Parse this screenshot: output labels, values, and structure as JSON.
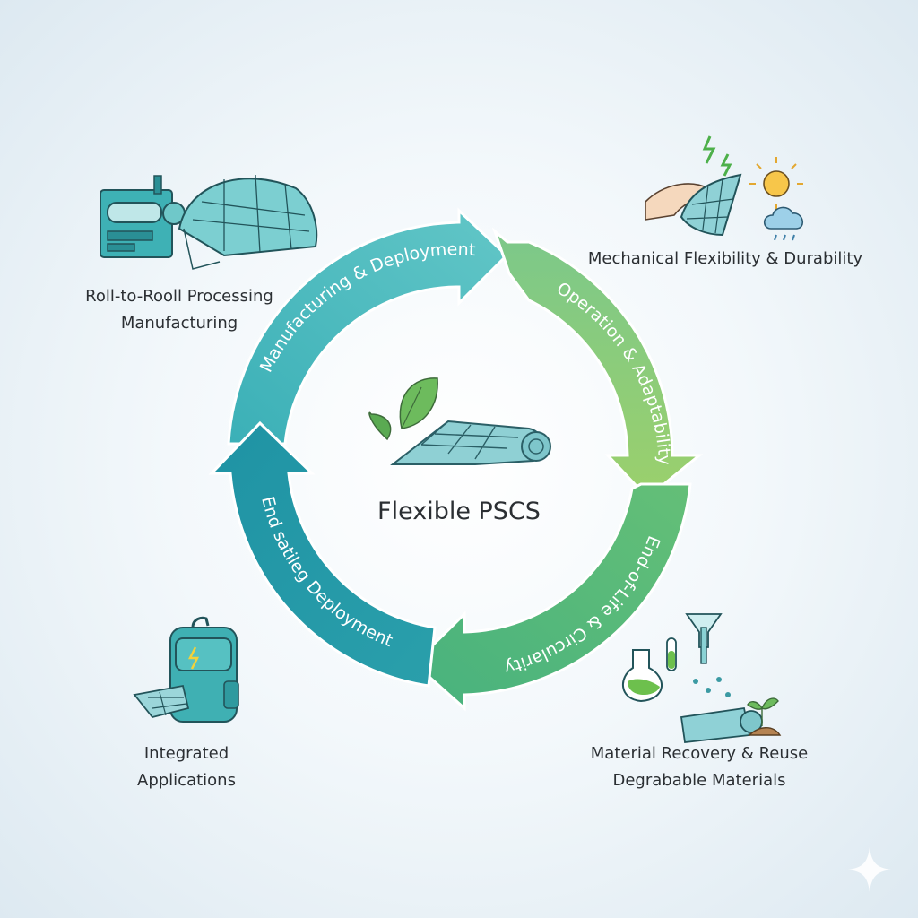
{
  "center": {
    "title": "Flexible PSCS"
  },
  "cycle": {
    "segments": [
      {
        "label": "Manufacturing & Deployment",
        "color_start": "#38b3b8",
        "color_end": "#5cc4c6"
      },
      {
        "label": "Operation & Adaptability",
        "color_start": "#6fc58a",
        "color_end": "#94cf6e"
      },
      {
        "label": "End-of-Life & Circularity",
        "color_start": "#4fb87a",
        "color_end": "#78c56e"
      },
      {
        "label": "End satileg Deployment",
        "color_start": "#1f95a6",
        "color_end": "#2aa8ae"
      }
    ]
  },
  "corners": {
    "top_left": {
      "line1": "Roll-to-Rooll Processing",
      "line2": "Manufacturing",
      "icon": "roll-to-roll-machine-icon"
    },
    "top_right": {
      "line1": "Mechanical Flexibility & Durability",
      "icon": "flexing-panel-weather-icon"
    },
    "bottom_left": {
      "line1": "Integrated",
      "line2": "Applications",
      "icon": "solar-backpack-icon"
    },
    "bottom_right": {
      "line1": "Material Recovery & Reuse",
      "line2": "Degrabable Materials",
      "icon": "lab-recovery-icon"
    }
  },
  "colors": {
    "teal": "#3aa9b0",
    "green": "#7cc36f",
    "text": "#2b2f33"
  }
}
